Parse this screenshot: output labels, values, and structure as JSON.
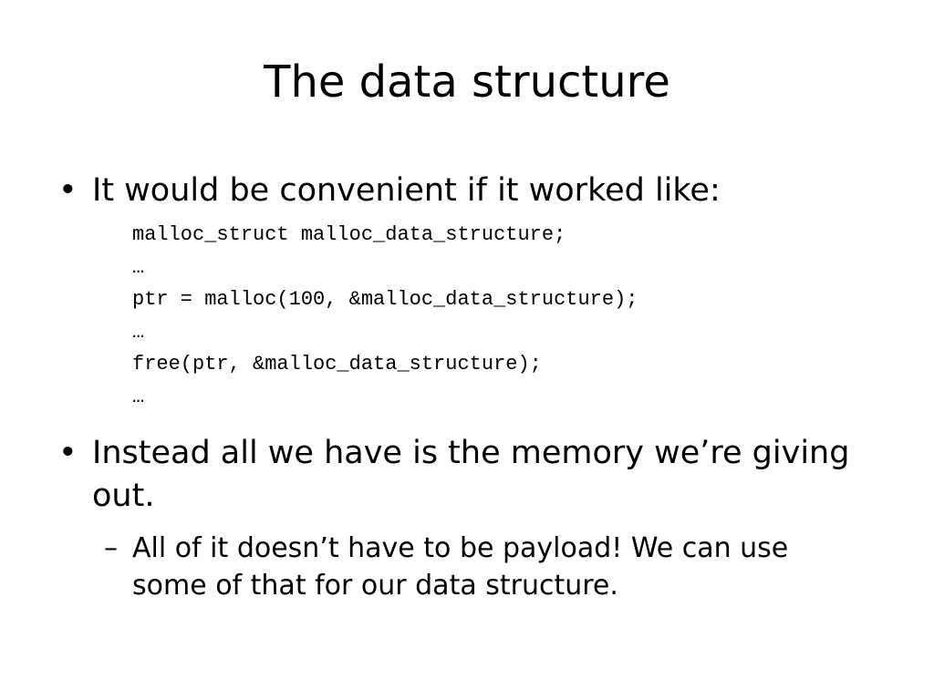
{
  "slide": {
    "title": "The data structure",
    "bullets": [
      {
        "marker": "•",
        "text": "It would be convenient if it worked like:"
      },
      {
        "marker": "•",
        "text": "Instead all we have is the memory we’re giving out."
      }
    ],
    "code_lines": [
      "malloc_struct malloc_data_structure;",
      "…",
      "ptr = malloc(100, &malloc_data_structure);",
      "…",
      "free(ptr, &malloc_data_structure);",
      "…"
    ],
    "sub_bullet": {
      "marker": "–",
      "text": "All of it doesn’t have to be payload! We can use some of that for our data structure."
    }
  }
}
